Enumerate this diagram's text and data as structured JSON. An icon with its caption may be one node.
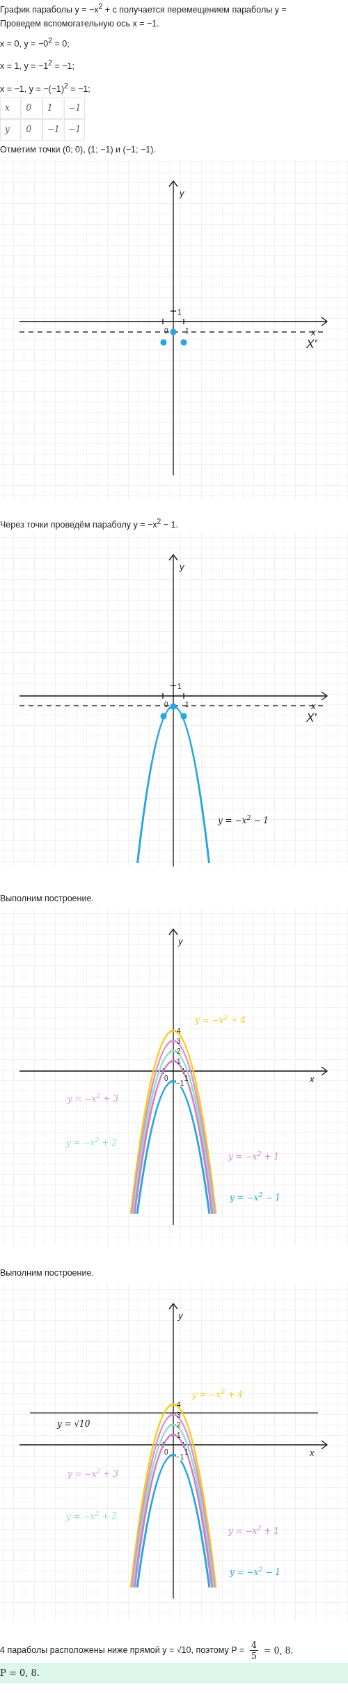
{
  "diagram": {
    "labels": [
      "График параболы y = −x$^{2}$ + c получается перемещением параболы y =",
      "Проведем вспомогательную ось x = −1.",
      "x = 0, y = −0$^{2}$ = 0;",
      "x = 1, y = −1$^{2}$ = −1;",
      "x = −1, y = −(−1)$^{2}$ = −1;",
      "x",
      "0",
      "1",
      "−1",
      "y",
      "0",
      "−1",
      "−1",
      "Отметим точки (0; 0), (1; −1) и (−1; −1).",
      "y",
      "1",
      "0",
      "1",
      "x",
      "X'",
      "Через точки проведём параболу y = −x$^{2}$ − 1.",
      "y",
      "1",
      "0",
      "1",
      "x",
      "X'",
      "y = −x$^{2}$ − 1",
      "Выполним построение.",
      "y",
      "4",
      "3",
      "2",
      "1",
      "0",
      "1",
      "−1",
      "x",
      "y = −x$^{2}$ + 4",
      "y = −x$^{2}$ + 3",
      "y = −x$^{2}$ + 2",
      "y = −x$^{2}$ + 1",
      "y = −x$^{2}$ − 1",
      "Выполним построение.",
      "y",
      "4",
      "3",
      "2",
      "1",
      "0",
      "1",
      "−1",
      "x",
      "y = −x$^{2}$ + 4",
      "y = √10",
      "y = −x$^{2}$ + 3",
      "y = −x$^{2}$ + 2",
      "y = −x$^{2}$ + 1",
      "y = −x$^{2}$ − 1",
      "4 параболы расположены ниже прямой y = √10, поэтому P =",
      "4",
      "5",
      "= 0, 8.",
      "P = 0, 8."
    ]
  }
}
